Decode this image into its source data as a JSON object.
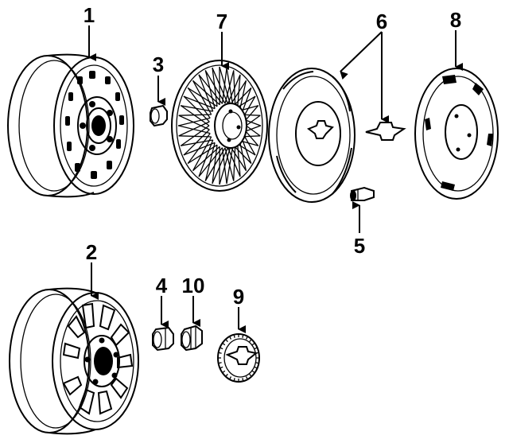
{
  "diagram": {
    "callouts": {
      "c1": "1",
      "c2": "2",
      "c3": "3",
      "c4": "4",
      "c5": "5",
      "c6": "6",
      "c7": "7",
      "c8": "8",
      "c9": "9",
      "c10": "10"
    },
    "parts": [
      {
        "ref": "1",
        "icon": "steel-wheel-icon"
      },
      {
        "ref": "2",
        "icon": "styled-wheel-icon"
      },
      {
        "ref": "3",
        "icon": "lug-nut-icon"
      },
      {
        "ref": "4",
        "icon": "lug-nut-icon"
      },
      {
        "ref": "5",
        "icon": "valve-stem-icon"
      },
      {
        "ref": "6",
        "icon": "wheel-cover-with-emblem-icon"
      },
      {
        "ref": "7",
        "icon": "wire-wheel-cover-icon"
      },
      {
        "ref": "8",
        "icon": "hub-cap-icon"
      },
      {
        "ref": "9",
        "icon": "center-cap-icon"
      },
      {
        "ref": "10",
        "icon": "lock-nut-icon"
      }
    ]
  }
}
